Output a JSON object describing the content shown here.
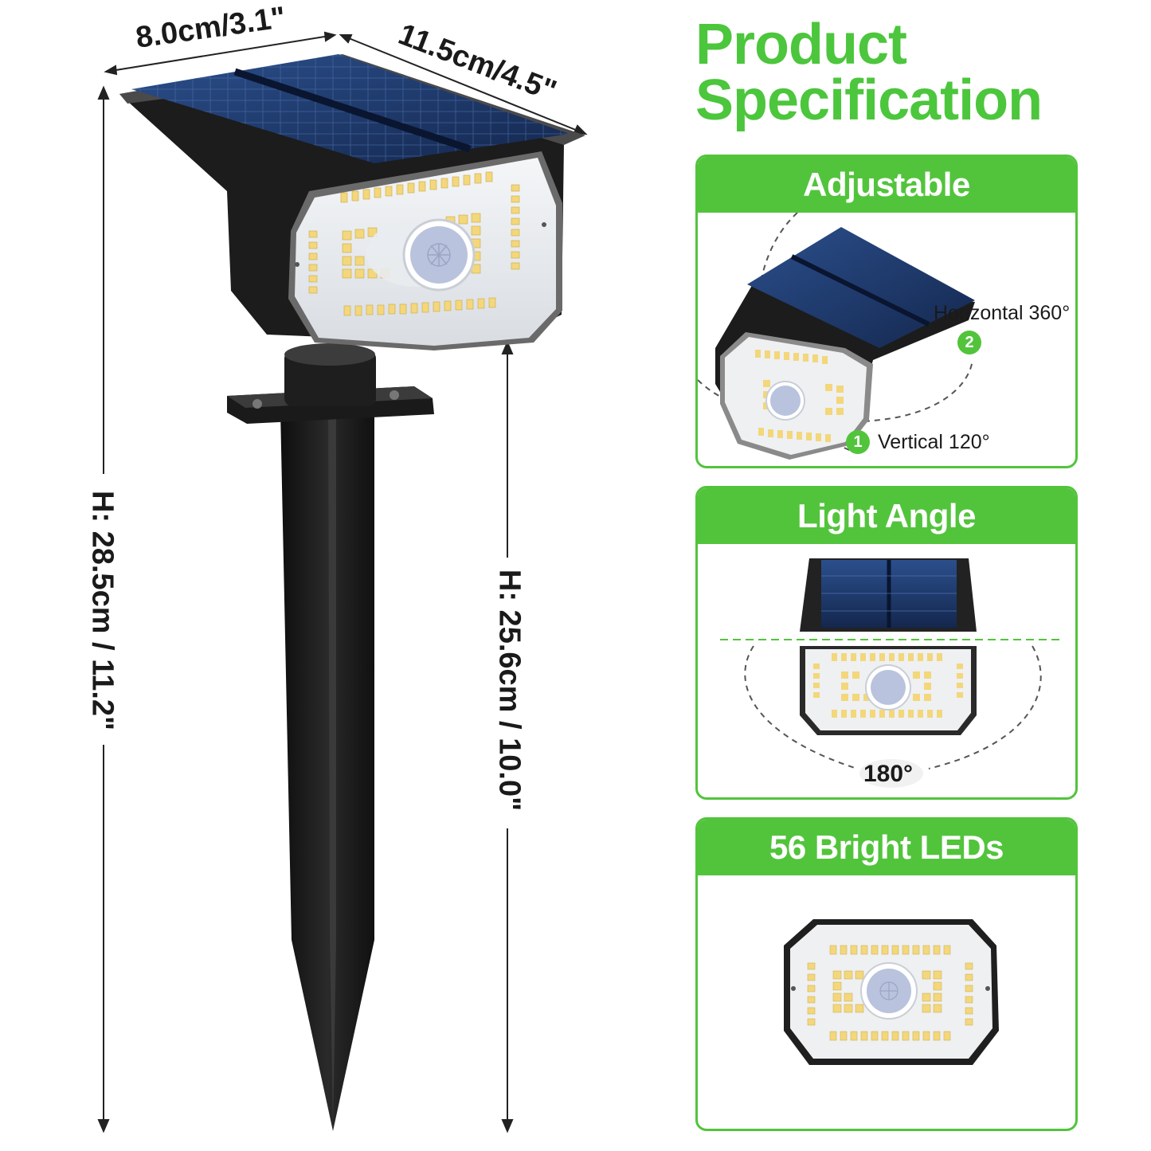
{
  "dimensions": {
    "width_top": "8.0cm/3.1\"",
    "depth_top": "11.5cm/4.5\"",
    "height_total": "H: 28.5cm / 11.2\"",
    "height_head": "H: 25.6cm / 10.0\""
  },
  "title": {
    "line1": "Product",
    "line2": "Specification"
  },
  "cards": {
    "adjustable": {
      "heading": "Adjustable",
      "horizontal_label": "Horizontal 360°",
      "horizontal_num": "2",
      "vertical_label": "Vertical 120°",
      "vertical_num": "1"
    },
    "light_angle": {
      "heading": "Light Angle",
      "angle_label": "180°"
    },
    "leds": {
      "heading": "56 Bright LEDs"
    }
  },
  "colors": {
    "accent_green": "#52c43c",
    "title_green": "#4cc63c",
    "panel_blue": "#1d3a6e",
    "body_black": "#1c1c1c",
    "led_yellow": "#f3d77a"
  }
}
